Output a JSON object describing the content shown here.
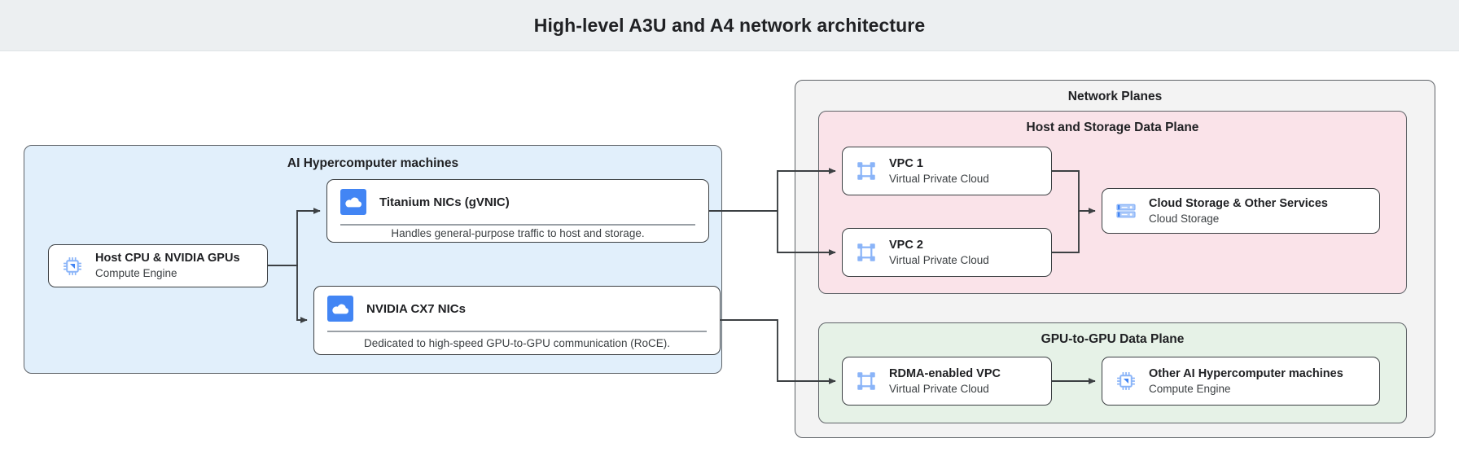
{
  "header": {
    "title": "High-level A3U and A4 network architecture",
    "background": "#eceff1"
  },
  "groups": {
    "machines": {
      "title": "AI Hypercomputer machines",
      "color": "#e1effb"
    },
    "network_planes": {
      "title": "Network Planes",
      "color": "#f3f3f3"
    },
    "host_storage_plane": {
      "title": "Host and Storage Data Plane",
      "color": "#fae3e9"
    },
    "gpu_plane": {
      "title": "GPU-to-GPU Data Plane",
      "color": "#e6f2e7"
    }
  },
  "nodes": {
    "host_cpu": {
      "title": "Host CPU & NVIDIA GPUs",
      "subtitle": "Compute Engine",
      "icon": "compute-engine-icon"
    },
    "titanium_nics": {
      "title": "Titanium NICs (gVNIC)",
      "caption": "Handles general-purpose traffic to host and storage.",
      "icon": "cloud-icon"
    },
    "cx7_nics": {
      "title": "NVIDIA CX7 NICs",
      "caption": "Dedicated to high-speed GPU-to-GPU communication (RoCE).",
      "icon": "cloud-icon"
    },
    "vpc1": {
      "title": "VPC 1",
      "subtitle": "Virtual Private Cloud",
      "icon": "vpc-icon"
    },
    "vpc2": {
      "title": "VPC 2",
      "subtitle": "Virtual Private Cloud",
      "icon": "vpc-icon"
    },
    "cloud_storage": {
      "title": "Cloud Storage & Other Services",
      "subtitle": "Cloud Storage",
      "icon": "cloud-storage-icon"
    },
    "rdma_vpc": {
      "title": "RDMA-enabled VPC",
      "subtitle": "Virtual Private Cloud",
      "icon": "vpc-icon"
    },
    "other_machines": {
      "title": "Other AI Hypercomputer machines",
      "subtitle": "Compute Engine",
      "icon": "compute-engine-icon"
    }
  },
  "connections": [
    {
      "from": "host_cpu",
      "to": "titanium_nics"
    },
    {
      "from": "host_cpu",
      "to": "cx7_nics"
    },
    {
      "from": "titanium_nics",
      "to": "vpc1"
    },
    {
      "from": "titanium_nics",
      "to": "vpc2"
    },
    {
      "from": "vpc1",
      "to": "cloud_storage"
    },
    {
      "from": "vpc2",
      "to": "cloud_storage"
    },
    {
      "from": "cx7_nics",
      "to": "rdma_vpc"
    },
    {
      "from": "rdma_vpc",
      "to": "other_machines"
    }
  ],
  "palette": {
    "accent_blue": "#4285f4",
    "icon_blue": "#8ab4f8",
    "stroke": "#3c4043",
    "card_bg": "#ffffff"
  }
}
